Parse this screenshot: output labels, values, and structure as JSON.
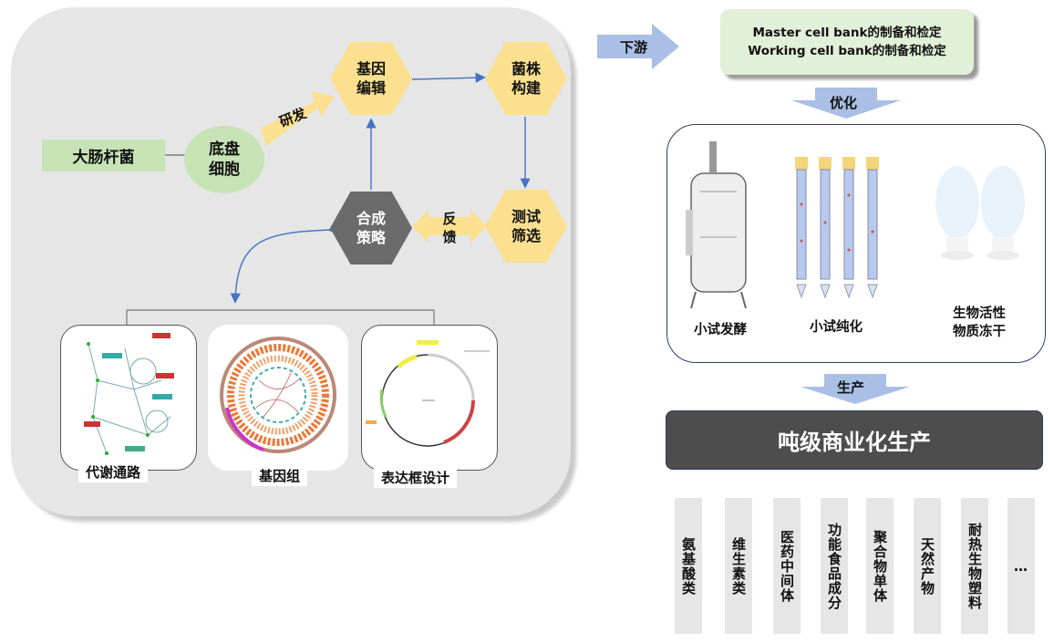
{
  "left": {
    "ecoli": "大肠杆菌",
    "chassis": "底盘\n细胞",
    "research": "研发",
    "gene_edit": "基因\n编辑",
    "strain_build": "菌株\n构建",
    "synthesis": "合成\n策略",
    "feedback": "反\n馈",
    "test_screen": "测试\n筛选",
    "cards": [
      {
        "label": "代谢通路"
      },
      {
        "label": "基因组"
      },
      {
        "label": "表达框设计"
      }
    ]
  },
  "right": {
    "downstream": "下游",
    "bank_line1": "Master cell bank的制备和检定",
    "bank_line2": "Working cell bank的制备和检定",
    "optimize": "优化",
    "steps": [
      "小试发酵",
      "小试纯化",
      "生物活性\n物质冻干"
    ],
    "produce": "生产",
    "ton_scale": "吨级商业化生产",
    "products": [
      "氨基酸类",
      "维生素类",
      "医药中间体",
      "功能食品成分",
      "聚合物单体",
      "天然产物",
      "耐热生物塑料",
      "…"
    ]
  },
  "colors": {
    "yellow": "#fbe08f",
    "green": "#c7e3b6",
    "blue_arrow": "#a9bfe5",
    "line_blue": "#4472c4",
    "dark": "#4d4d4d"
  }
}
